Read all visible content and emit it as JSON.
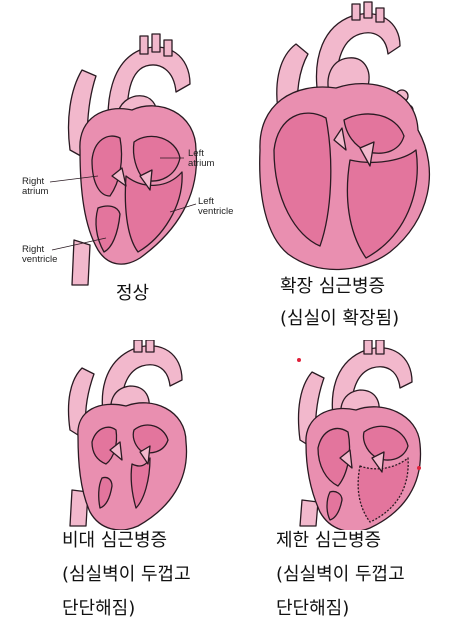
{
  "panels": [
    {
      "caption_lines": [
        "정상"
      ],
      "labels": {
        "left_atrium": [
          "Left",
          "atrium"
        ],
        "right_atrium": [
          "Right",
          "atrium"
        ],
        "left_ventricle": [
          "Left",
          "ventricle"
        ],
        "right_ventricle": [
          "Right",
          "ventricle"
        ]
      }
    },
    {
      "caption_lines": [
        "확장 심근병증",
        "(심실이 확장됨)"
      ]
    },
    {
      "caption_lines": [
        "비대 심근병증",
        "(심실벽이 두껍고",
        "단단해짐)"
      ]
    },
    {
      "caption_lines": [
        "제한 심근병증",
        "(심실벽이 두껍고",
        "단단해짐)"
      ]
    }
  ],
  "colors": {
    "outline": "#2a1a22",
    "vessel": "#f2b8cc",
    "muscle": "#e98fb0",
    "chamber": "#e3759d",
    "accent_dot": "#e0203a"
  }
}
